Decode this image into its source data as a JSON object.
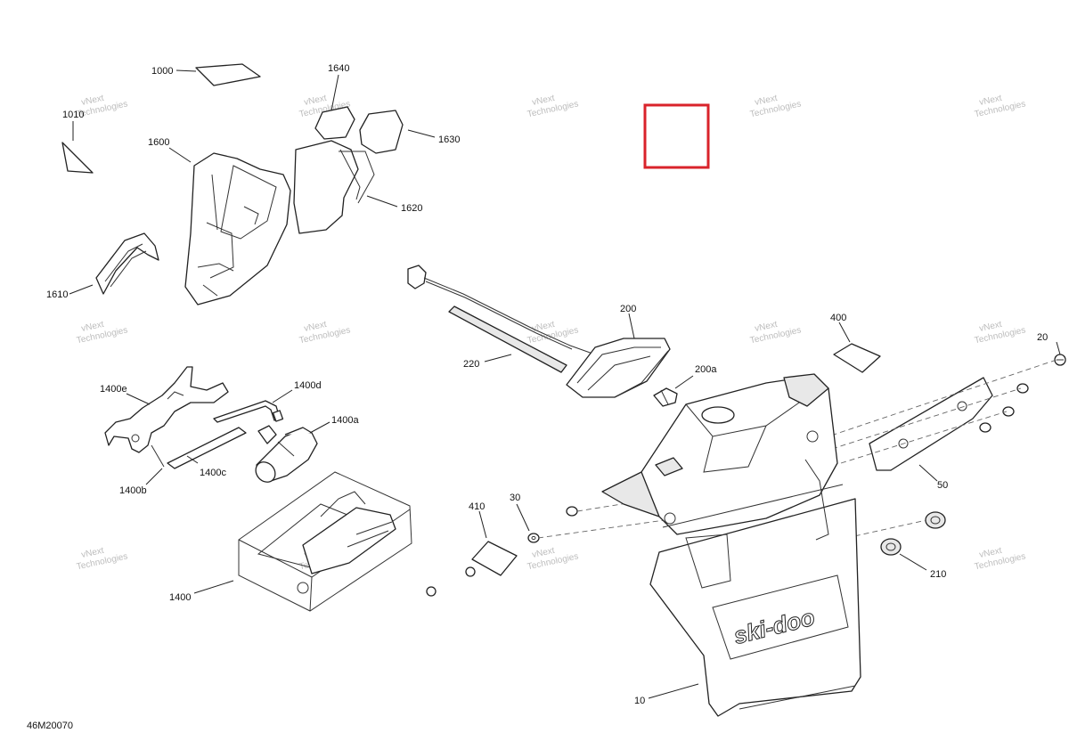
{
  "diagram_code": "46M20070",
  "watermark_lines": [
    "vNext",
    "Technologies"
  ],
  "highlight_box_color": "#d9232b",
  "callouts": {
    "c1000": "1000",
    "c1010": "1010",
    "c1600": "1600",
    "c1610": "1610",
    "c1620": "1620",
    "c1630": "1630",
    "c1640": "1640",
    "c1400": "1400",
    "c1400a": "1400a",
    "c1400b": "1400b",
    "c1400c": "1400c",
    "c1400d": "1400d",
    "c1400e": "1400e",
    "c200": "200",
    "c200a": "200a",
    "c220": "220",
    "c400": "400",
    "c410": "410",
    "c30": "30",
    "c20": "20",
    "c50": "50",
    "c210": "210",
    "c10": "10"
  },
  "logo_text": "ski-doo"
}
